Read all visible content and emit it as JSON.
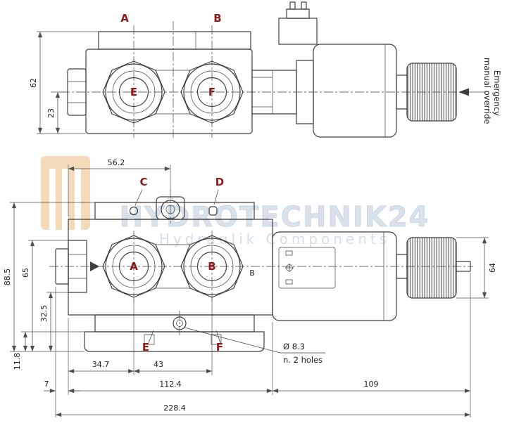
{
  "colors": {
    "line": "#3f3f3f",
    "dim": "#4d4d4d",
    "port_label": "#8e1b1b",
    "watermark_text": "#b9cadb",
    "watermark_logo": "#eec28c"
  },
  "top_view": {
    "port_a": "A",
    "port_b": "B",
    "port_e": "E",
    "port_f": "F",
    "dim_height": "62",
    "dim_center": "23"
  },
  "bottom_view": {
    "port_c": "C",
    "port_d": "D",
    "port_a": "A",
    "port_b": "B",
    "port_e": "E",
    "port_f": "F",
    "stamp_b": "B",
    "dim_top_width": "56.2",
    "dim_total_height": "88.5",
    "dim_height_65": "65",
    "dim_height_32_5": "32.5",
    "dim_height_11_8": "11.8",
    "dim_34_7": "34.7",
    "dim_43": "43",
    "dim_7": "7",
    "dim_112_4": "112.4",
    "dim_109": "109",
    "dim_total_width": "228.4",
    "dim_knob_64": "64"
  },
  "annotations": {
    "emergency_line1": "Emergency",
    "emergency_line2": "manual override",
    "hole_diameter": "Ø 8.3",
    "hole_count": "n. 2 holes"
  },
  "watermark": {
    "line1": "HYDROTECHNIK24",
    "line2": "Hydraulik Components"
  }
}
